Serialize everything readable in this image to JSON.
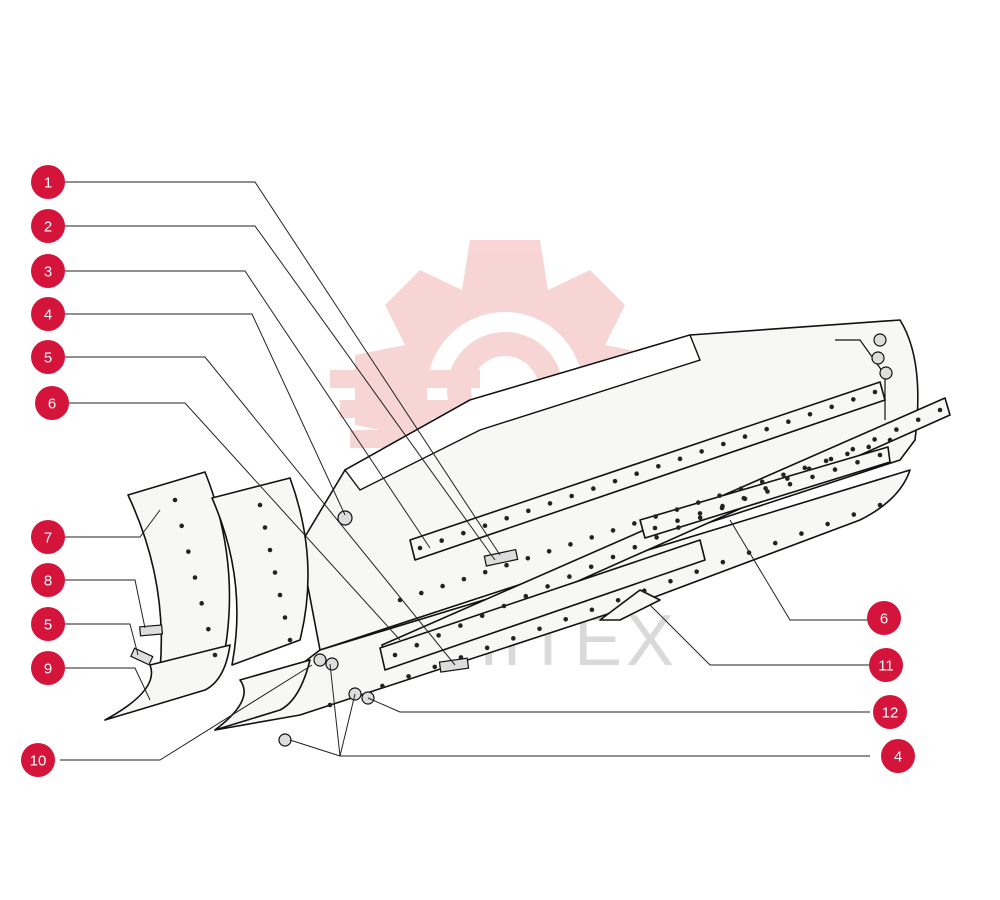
{
  "watermark": {
    "text": "ILHITEX",
    "color": "#f7c7c7"
  },
  "callout_color": "#d4143a",
  "callouts": [
    {
      "label": "1"
    },
    {
      "label": "2"
    },
    {
      "label": "3"
    },
    {
      "label": "4"
    },
    {
      "label": "5"
    },
    {
      "label": "6"
    },
    {
      "label": "7"
    },
    {
      "label": "8"
    },
    {
      "label": "5"
    },
    {
      "label": "9"
    },
    {
      "label": "10"
    },
    {
      "label": "6"
    },
    {
      "label": "11"
    },
    {
      "label": "12"
    },
    {
      "label": "4"
    }
  ]
}
